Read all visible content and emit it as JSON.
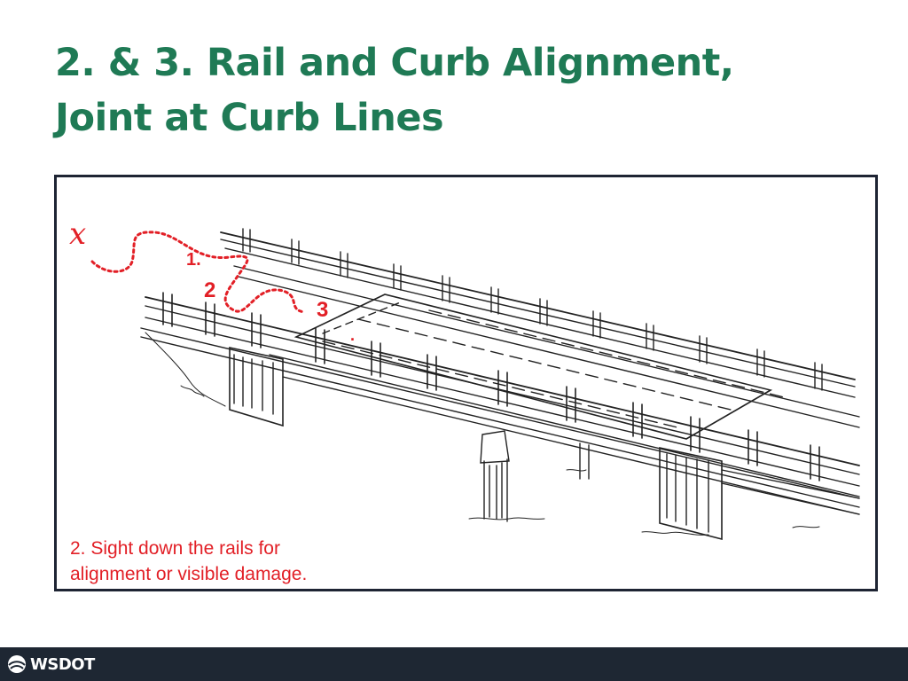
{
  "slide": {
    "title_lines": [
      "2. & 3.  Rail and Curb Alignment,",
      "Joint at Curb Lines"
    ]
  },
  "figure": {
    "route_markers": [
      "x",
      "1.",
      "2",
      "3",
      "."
    ],
    "caption_lines": [
      "2.  Sight down the rails for",
      "alignment or visible damage."
    ],
    "accent_color": "#e21f26"
  },
  "footer": {
    "logo_text": "WSDOT"
  },
  "colors": {
    "title": "#1f7a55",
    "footer_bg": "#1e2733",
    "frame": "#1e2433"
  }
}
